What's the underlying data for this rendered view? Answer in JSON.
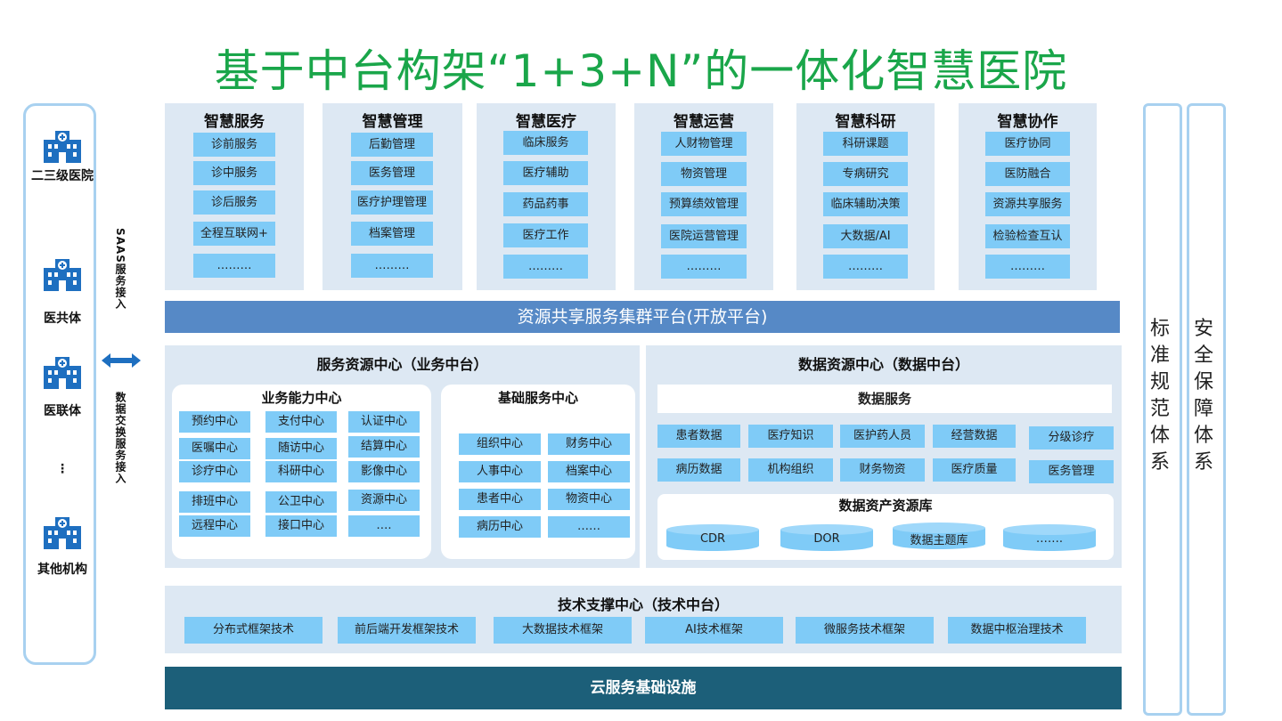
{
  "title": "基于中台构架“1+3+N”的一体化智慧医院",
  "orgs": [
    "二三级医院",
    "医共体",
    "医联体",
    "其他机构"
  ],
  "orgs_ellipsis": "⋮",
  "saas_label": "SAAS服务接入",
  "exchange_label": "数据交换服务接入",
  "domains": [
    {
      "title": "智慧服务",
      "items": [
        "诊前服务",
        "诊中服务",
        "诊后服务",
        "全程互联网+",
        "………"
      ]
    },
    {
      "title": "智慧管理",
      "items": [
        "后勤管理",
        "医务管理",
        "医疗护理管理",
        "档案管理",
        "………"
      ]
    },
    {
      "title": "智慧医疗",
      "items": [
        "临床服务",
        "医疗辅助",
        "药品药事",
        "医疗工作",
        "………"
      ]
    },
    {
      "title": "智慧运营",
      "items": [
        "人财物管理",
        "物资管理",
        "预算绩效管理",
        "医院运营管理",
        "………"
      ]
    },
    {
      "title": "智慧科研",
      "items": [
        "科研课题",
        "专病研究",
        "临床辅助决策",
        "大数据/AI",
        "………"
      ]
    },
    {
      "title": "智慧协作",
      "items": [
        "医疗协同",
        "医防融合",
        "资源共享服务",
        "检验检查互认",
        "………"
      ]
    }
  ],
  "platform": "资源共享服务集群平台(开放平台)",
  "service_center": {
    "title": "服务资源中心（业务中台）",
    "business": {
      "title": "业务能力中心",
      "items": [
        "预约中心",
        "支付中心",
        "认证中心",
        "医嘱中心",
        "随访中心",
        "结算中心",
        "诊疗中心",
        "科研中心",
        "影像中心",
        "排班中心",
        "公卫中心",
        "资源中心",
        "远程中心",
        "接口中心",
        "…."
      ]
    },
    "basic": {
      "title": "基础服务中心",
      "items": [
        "组织中心",
        "财务中心",
        "人事中心",
        "档案中心",
        "患者中心",
        "物资中心",
        "病历中心",
        "……"
      ]
    }
  },
  "data_center": {
    "title": "数据资源中心（数据中台）",
    "service_title": "数据服务",
    "services": [
      "患者数据",
      "医疗知识",
      "医护药人员",
      "经营数据",
      "分级诊疗",
      "病历数据",
      "机构组织",
      "财务物资",
      "医疗质量",
      "医务管理"
    ],
    "assets_title": "数据资产资源库",
    "assets": [
      "CDR",
      "DOR",
      "数据主题库",
      "……."
    ]
  },
  "tech_center": {
    "title": "技术支撑中心（技术中台）",
    "items": [
      "分布式框架技术",
      "前后端开发框架技术",
      "大数据技术框架",
      "AI技术框架",
      "微服务技术框架",
      "数据中枢治理技术"
    ]
  },
  "cloud": "云服务基础设施",
  "standard": "标准规范体系",
  "security": "安全保障体系",
  "colors": {
    "title": "#1aa64a",
    "pill": "#7fcbf7",
    "panel": "#dde8f3",
    "platform": "#5689c6",
    "cloud": "#1c5f79",
    "outline": "#a8d1f0"
  }
}
